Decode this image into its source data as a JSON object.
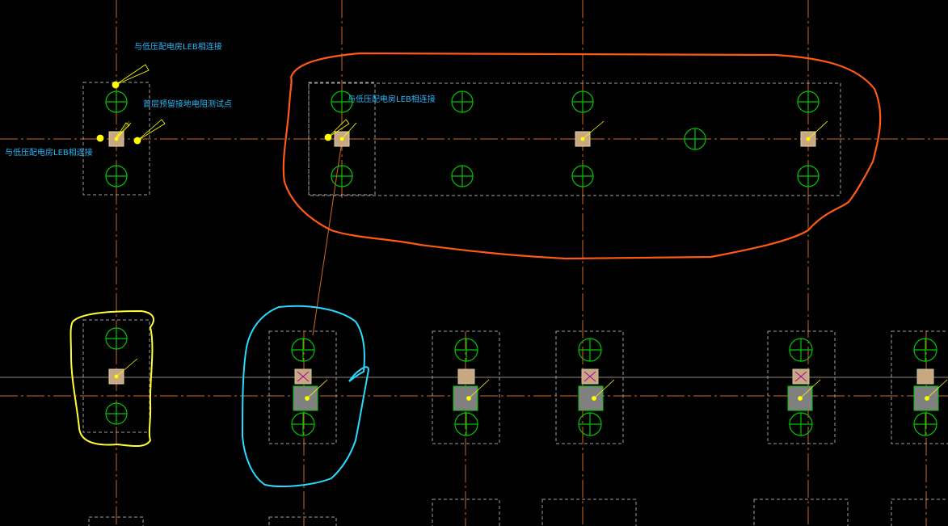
{
  "drawing": {
    "background": "#000000",
    "colors": {
      "axis": "#d2691e",
      "pile": "#00c800",
      "box_fill": "#c8a880",
      "box_fill_green": "#808080",
      "bolt": "#ffff00",
      "dashed": "#a0a0a0",
      "marker": "#a000a0",
      "label": "#29b6f6",
      "cloud_orange": "#ff5a14",
      "cloud_yellow": "#ffff32",
      "cloud_cyan": "#28dcff"
    },
    "labels": {
      "top_left_a": "与低压配电房LEB相连接",
      "top_left_b": "首层预留接地电阻测试点",
      "left_edge": "与低压配电房LEB相连接",
      "top_middle": "与低压配电房LEB相连接"
    },
    "icons": [
      "pile-circle-icon",
      "grounding-box-icon",
      "lightning-bolt-icon",
      "revision-cloud-icon"
    ]
  }
}
